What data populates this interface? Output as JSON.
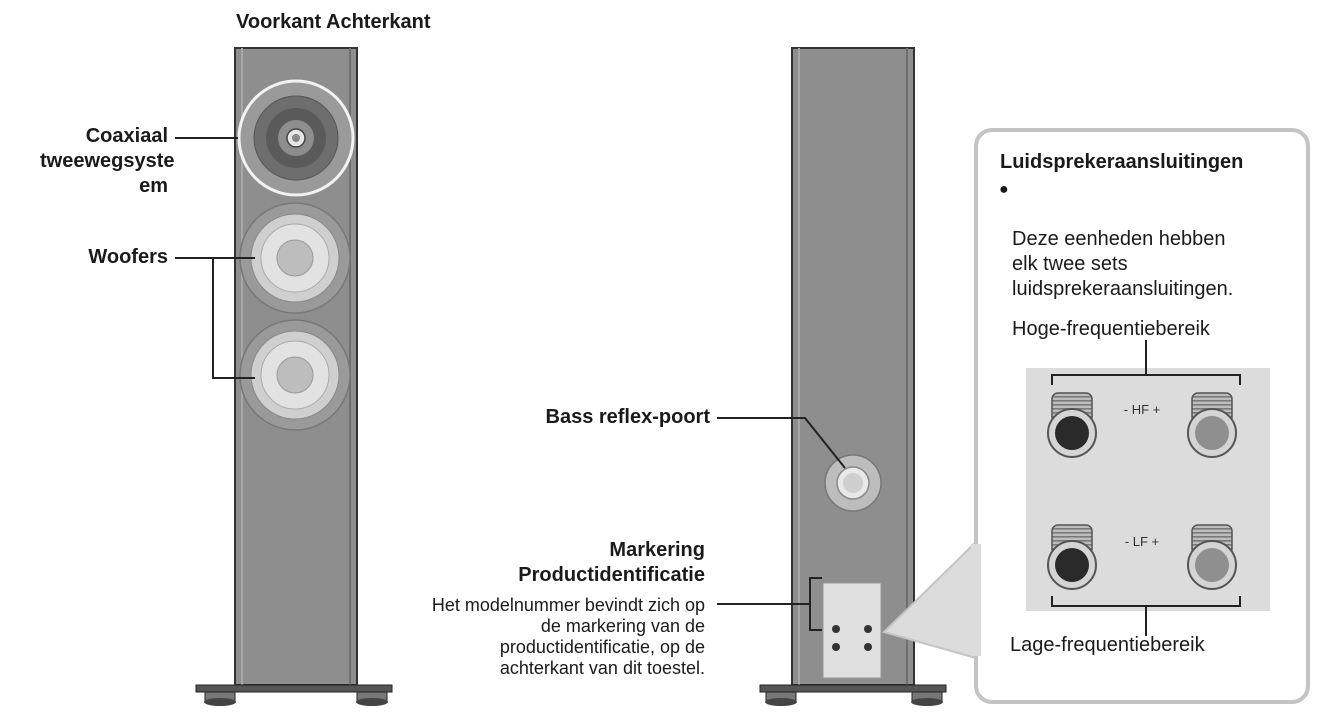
{
  "heading": "Voorkant Achterkant",
  "front": {
    "coaxial_label": "Coaxiaal\ntweewegsyste\nem",
    "woofers_label": "Woofers"
  },
  "rear": {
    "bass_reflex_label": "Bass reflex-poort",
    "marking_title": "Markering\nProductidentificatie",
    "marking_note": "Het modelnummer bevindt zich op\nde markering van de\nproductidentificatie, op de\nachterkant van dit toestel."
  },
  "terminals_callout": {
    "title": "Luidsprekeraansluitingen",
    "bullet": "Deze eenheden hebben\nelk twee sets\nluidsprekeraansluitingen.",
    "hf_range_label": "Hoge-frequentiebereik",
    "lf_range_label": "Lage-frequentiebereik",
    "hf_plate_label": "- HF +",
    "lf_plate_label": "- LF +"
  }
}
